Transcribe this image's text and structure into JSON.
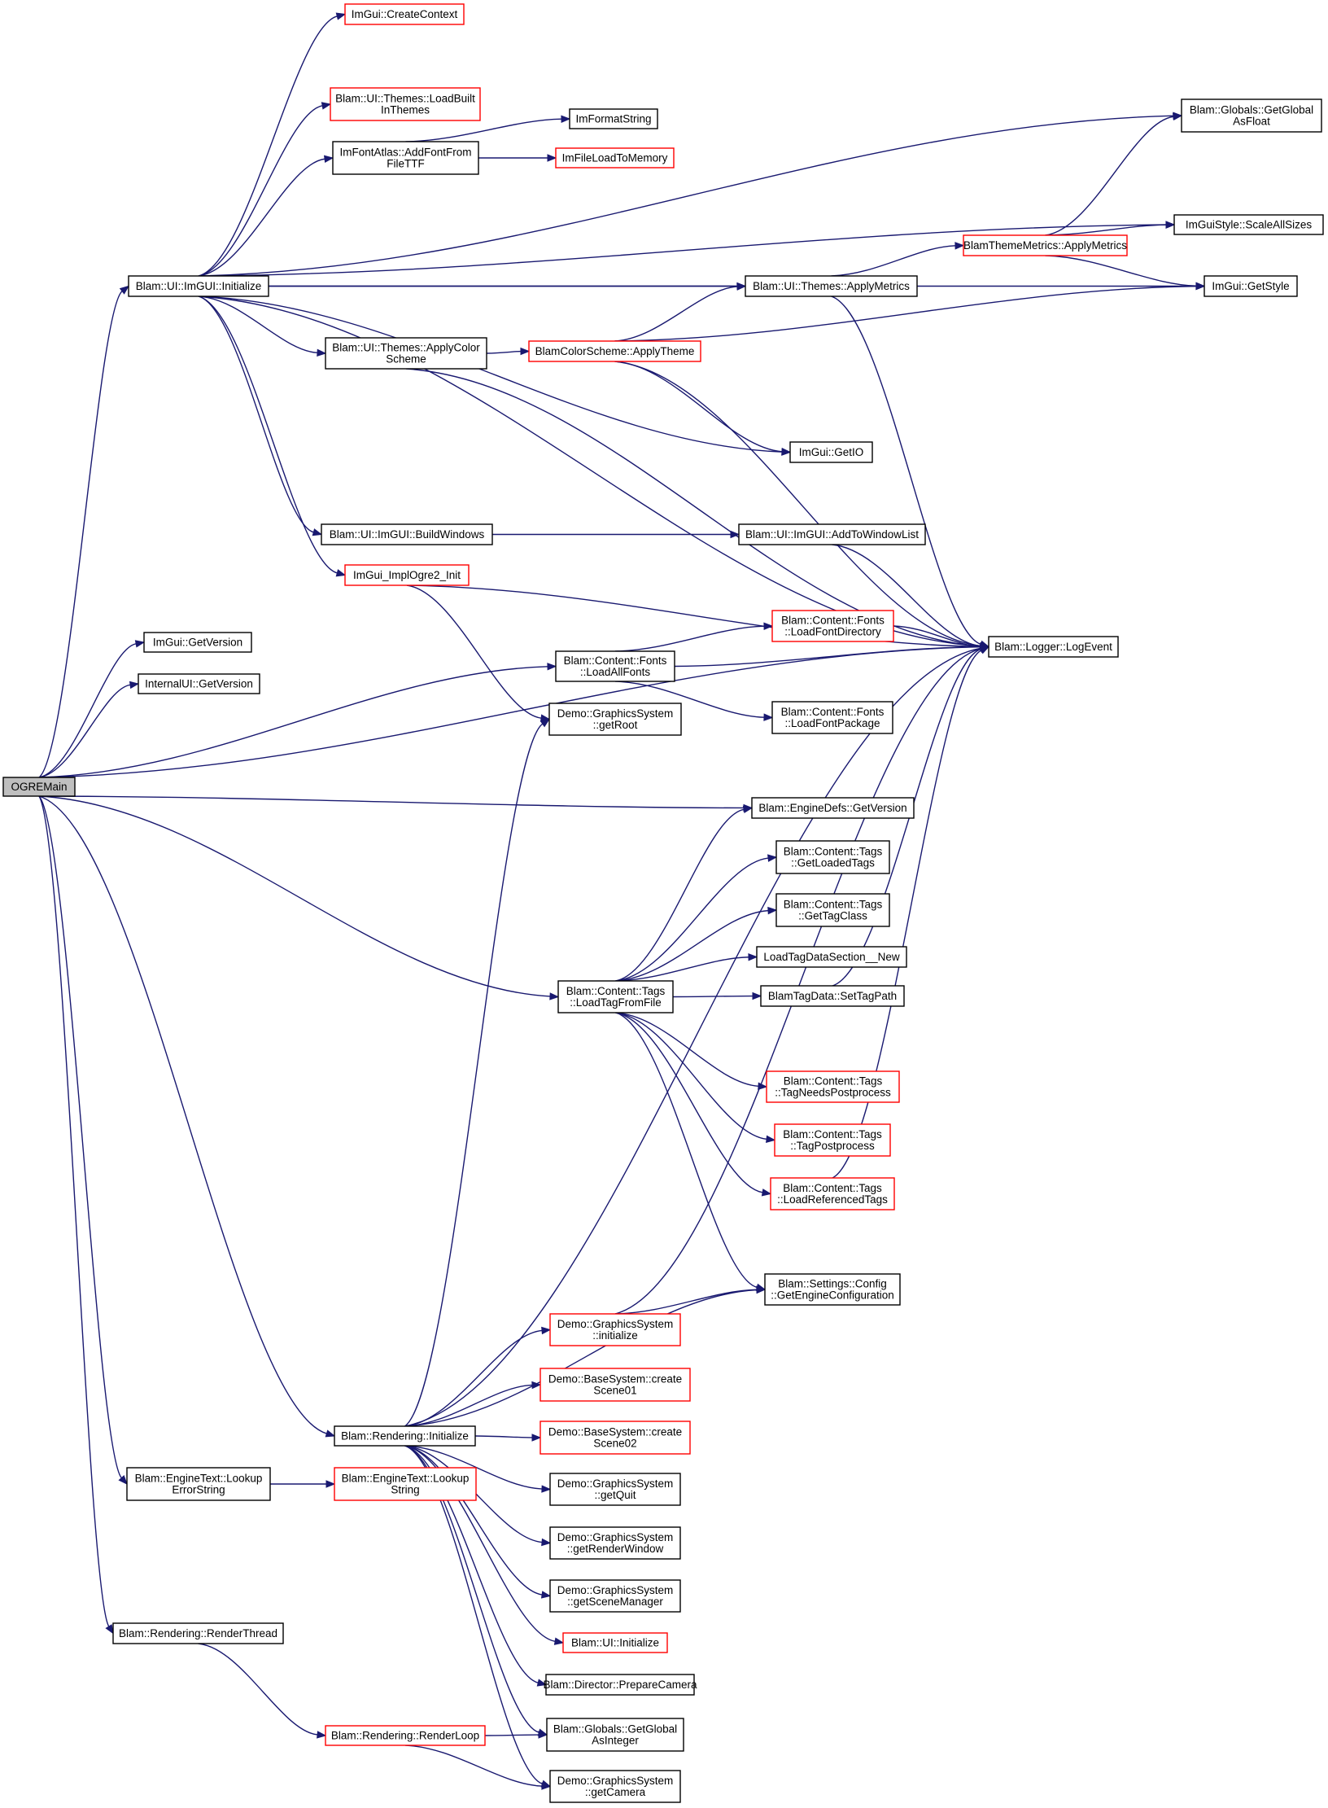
{
  "graph": {
    "nodes": [
      {
        "id": "ogremain",
        "lines": [
          "OGREMain"
        ],
        "style": "root"
      },
      {
        "id": "createcontext",
        "lines": [
          "ImGui::CreateContext"
        ],
        "style": "red"
      },
      {
        "id": "loadbuiltinthemes",
        "lines": [
          "Blam::UI::Themes::LoadBuilt",
          "InThemes"
        ],
        "style": "red"
      },
      {
        "id": "imformatstring",
        "lines": [
          "ImFormatString"
        ],
        "style": "black"
      },
      {
        "id": "addfontfromfilettf",
        "lines": [
          "ImFontAtlas::AddFontFrom",
          "FileTTF"
        ],
        "style": "black"
      },
      {
        "id": "imfileloadtomemory",
        "lines": [
          "ImFileLoadToMemory"
        ],
        "style": "red"
      },
      {
        "id": "getglobalasfloat",
        "lines": [
          "Blam::Globals::GetGlobal",
          "AsFloat"
        ],
        "style": "black"
      },
      {
        "id": "scaleallsizes",
        "lines": [
          "ImGuiStyle::ScaleAllSizes"
        ],
        "style": "black"
      },
      {
        "id": "themeapplymetrics",
        "lines": [
          "BlamThemeMetrics::ApplyMetrics"
        ],
        "style": "red"
      },
      {
        "id": "imguiinit",
        "lines": [
          "Blam::UI::ImGUI::Initialize"
        ],
        "style": "black"
      },
      {
        "id": "themesapplymetrics",
        "lines": [
          "Blam::UI::Themes::ApplyMetrics"
        ],
        "style": "black"
      },
      {
        "id": "getstyle",
        "lines": [
          "ImGui::GetStyle"
        ],
        "style": "black"
      },
      {
        "id": "applycolorscheme",
        "lines": [
          "Blam::UI::Themes::ApplyColor",
          "Scheme"
        ],
        "style": "black"
      },
      {
        "id": "applytheme",
        "lines": [
          "BlamColorScheme::ApplyTheme"
        ],
        "style": "red"
      },
      {
        "id": "getio",
        "lines": [
          "ImGui::GetIO"
        ],
        "style": "black"
      },
      {
        "id": "buildwindows",
        "lines": [
          "Blam::UI::ImGUI::BuildWindows"
        ],
        "style": "black"
      },
      {
        "id": "addtowindowlist",
        "lines": [
          "Blam::UI::ImGUI::AddToWindowList"
        ],
        "style": "black"
      },
      {
        "id": "implogre2init",
        "lines": [
          "ImGui_ImplOgre2_Init"
        ],
        "style": "red"
      },
      {
        "id": "loadfontdirectory",
        "lines": [
          "Blam::Content::Fonts",
          "::LoadFontDirectory"
        ],
        "style": "red"
      },
      {
        "id": "logevent",
        "lines": [
          "Blam::Logger::LogEvent"
        ],
        "style": "black"
      },
      {
        "id": "imguigetversion",
        "lines": [
          "ImGui::GetVersion"
        ],
        "style": "black"
      },
      {
        "id": "loadallfonts",
        "lines": [
          "Blam::Content::Fonts",
          "::LoadAllFonts"
        ],
        "style": "black"
      },
      {
        "id": "internaluigetversion",
        "lines": [
          "InternalUI::GetVersion"
        ],
        "style": "black"
      },
      {
        "id": "getroot",
        "lines": [
          "Demo::GraphicsSystem",
          "::getRoot"
        ],
        "style": "black"
      },
      {
        "id": "loadfontpackage",
        "lines": [
          "Blam::Content::Fonts",
          "::LoadFontPackage"
        ],
        "style": "black"
      },
      {
        "id": "enginedefsgetversion",
        "lines": [
          "Blam::EngineDefs::GetVersion"
        ],
        "style": "black"
      },
      {
        "id": "getloadedtags",
        "lines": [
          "Blam::Content::Tags",
          "::GetLoadedTags"
        ],
        "style": "black"
      },
      {
        "id": "gettagclass",
        "lines": [
          "Blam::Content::Tags",
          "::GetTagClass"
        ],
        "style": "black"
      },
      {
        "id": "loadtagdatasection",
        "lines": [
          "LoadTagDataSection__New"
        ],
        "style": "black"
      },
      {
        "id": "loadtagfromfile",
        "lines": [
          "Blam::Content::Tags",
          "::LoadTagFromFile"
        ],
        "style": "black"
      },
      {
        "id": "settagpath",
        "lines": [
          "BlamTagData::SetTagPath"
        ],
        "style": "black"
      },
      {
        "id": "tagneedspostprocess",
        "lines": [
          "Blam::Content::Tags",
          "::TagNeedsPostprocess"
        ],
        "style": "red"
      },
      {
        "id": "tagpostprocess",
        "lines": [
          "Blam::Content::Tags",
          "::TagPostprocess"
        ],
        "style": "red"
      },
      {
        "id": "loadreferencedtags",
        "lines": [
          "Blam::Content::Tags",
          "::LoadReferencedTags"
        ],
        "style": "red"
      },
      {
        "id": "getengineconfiguration",
        "lines": [
          "Blam::Settings::Config",
          "::GetEngineConfiguration"
        ],
        "style": "black"
      },
      {
        "id": "gfxinitialize",
        "lines": [
          "Demo::GraphicsSystem",
          "::initialize"
        ],
        "style": "red"
      },
      {
        "id": "createscene01",
        "lines": [
          "Demo::BaseSystem::create",
          "Scene01"
        ],
        "style": "red"
      },
      {
        "id": "renderinginit",
        "lines": [
          "Blam::Rendering::Initialize"
        ],
        "style": "black"
      },
      {
        "id": "createscene02",
        "lines": [
          "Demo::BaseSystem::create",
          "Scene02"
        ],
        "style": "red"
      },
      {
        "id": "lookuperrorstring",
        "lines": [
          "Blam::EngineText::Lookup",
          "ErrorString"
        ],
        "style": "black"
      },
      {
        "id": "lookupstring",
        "lines": [
          "Blam::EngineText::Lookup",
          "String"
        ],
        "style": "red"
      },
      {
        "id": "getquit",
        "lines": [
          "Demo::GraphicsSystem",
          "::getQuit"
        ],
        "style": "black"
      },
      {
        "id": "getrenderwindow",
        "lines": [
          "Demo::GraphicsSystem",
          "::getRenderWindow"
        ],
        "style": "black"
      },
      {
        "id": "getscenemanager",
        "lines": [
          "Demo::GraphicsSystem",
          "::getSceneManager"
        ],
        "style": "black"
      },
      {
        "id": "renderthread",
        "lines": [
          "Blam::Rendering::RenderThread"
        ],
        "style": "black"
      },
      {
        "id": "uiinitialize",
        "lines": [
          "Blam::UI::Initialize"
        ],
        "style": "red"
      },
      {
        "id": "preparecamera",
        "lines": [
          "Blam::Director::PrepareCamera"
        ],
        "style": "black"
      },
      {
        "id": "renderloop",
        "lines": [
          "Blam::Rendering::RenderLoop"
        ],
        "style": "red"
      },
      {
        "id": "getglobalasinteger",
        "lines": [
          "Blam::Globals::GetGlobal",
          "AsInteger"
        ],
        "style": "black"
      },
      {
        "id": "getcamera",
        "lines": [
          "Demo::GraphicsSystem",
          "::getCamera"
        ],
        "style": "black"
      }
    ],
    "edges": [
      [
        "ogremain",
        "imguiinit"
      ],
      [
        "ogremain",
        "imguigetversion"
      ],
      [
        "ogremain",
        "internaluigetversion"
      ],
      [
        "ogremain",
        "loadallfonts"
      ],
      [
        "ogremain",
        "logevent"
      ],
      [
        "ogremain",
        "enginedefsgetversion"
      ],
      [
        "ogremain",
        "loadtagfromfile"
      ],
      [
        "ogremain",
        "renderinginit"
      ],
      [
        "ogremain",
        "lookuperrorstring"
      ],
      [
        "ogremain",
        "renderthread"
      ],
      [
        "imguiinit",
        "createcontext"
      ],
      [
        "imguiinit",
        "getglobalasfloat"
      ],
      [
        "imguiinit",
        "loadbuiltinthemes"
      ],
      [
        "imguiinit",
        "addfontfromfilettf"
      ],
      [
        "imguiinit",
        "scaleallsizes"
      ],
      [
        "imguiinit",
        "getstyle"
      ],
      [
        "imguiinit",
        "themesapplymetrics"
      ],
      [
        "imguiinit",
        "applycolorscheme"
      ],
      [
        "imguiinit",
        "getio"
      ],
      [
        "imguiinit",
        "logevent"
      ],
      [
        "imguiinit",
        "buildwindows"
      ],
      [
        "imguiinit",
        "implogre2init"
      ],
      [
        "addfontfromfilettf",
        "imformatstring"
      ],
      [
        "addfontfromfilettf",
        "imfileloadtomemory"
      ],
      [
        "themeapplymetrics",
        "getglobalasfloat"
      ],
      [
        "themeapplymetrics",
        "scaleallsizes"
      ],
      [
        "themeapplymetrics",
        "getstyle"
      ],
      [
        "themesapplymetrics",
        "themeapplymetrics"
      ],
      [
        "themesapplymetrics",
        "logevent"
      ],
      [
        "applycolorscheme",
        "applytheme"
      ],
      [
        "applycolorscheme",
        "logevent"
      ],
      [
        "applytheme",
        "themesapplymetrics"
      ],
      [
        "applytheme",
        "getstyle"
      ],
      [
        "applytheme",
        "getio"
      ],
      [
        "applytheme",
        "logevent"
      ],
      [
        "buildwindows",
        "addtowindowlist"
      ],
      [
        "addtowindowlist",
        "logevent"
      ],
      [
        "implogre2init",
        "logevent"
      ],
      [
        "implogre2init",
        "getroot"
      ],
      [
        "loadallfonts",
        "loadfontdirectory"
      ],
      [
        "loadallfonts",
        "logevent"
      ],
      [
        "loadallfonts",
        "loadfontpackage"
      ],
      [
        "loadfontdirectory",
        "logevent"
      ],
      [
        "loadtagfromfile",
        "enginedefsgetversion"
      ],
      [
        "loadtagfromfile",
        "getloadedtags"
      ],
      [
        "loadtagfromfile",
        "gettagclass"
      ],
      [
        "loadtagfromfile",
        "loadtagdatasection"
      ],
      [
        "loadtagfromfile",
        "settagpath"
      ],
      [
        "loadtagfromfile",
        "tagneedspostprocess"
      ],
      [
        "loadtagfromfile",
        "tagpostprocess"
      ],
      [
        "loadtagfromfile",
        "loadreferencedtags"
      ],
      [
        "loadtagfromfile",
        "getengineconfiguration"
      ],
      [
        "settagpath",
        "logevent"
      ],
      [
        "loadreferencedtags",
        "logevent"
      ],
      [
        "renderinginit",
        "getroot"
      ],
      [
        "renderinginit",
        "logevent"
      ],
      [
        "renderinginit",
        "getengineconfiguration"
      ],
      [
        "renderinginit",
        "gfxinitialize"
      ],
      [
        "renderinginit",
        "createscene01"
      ],
      [
        "renderinginit",
        "createscene02"
      ],
      [
        "renderinginit",
        "getquit"
      ],
      [
        "renderinginit",
        "getrenderwindow"
      ],
      [
        "renderinginit",
        "getscenemanager"
      ],
      [
        "renderinginit",
        "uiinitialize"
      ],
      [
        "renderinginit",
        "preparecamera"
      ],
      [
        "renderinginit",
        "getglobalasinteger"
      ],
      [
        "renderinginit",
        "getcamera"
      ],
      [
        "gfxinitialize",
        "getengineconfiguration"
      ],
      [
        "gfxinitialize",
        "logevent"
      ],
      [
        "lookuperrorstring",
        "lookupstring"
      ],
      [
        "renderthread",
        "renderloop"
      ],
      [
        "renderloop",
        "getglobalasinteger"
      ],
      [
        "renderloop",
        "getcamera"
      ]
    ]
  }
}
